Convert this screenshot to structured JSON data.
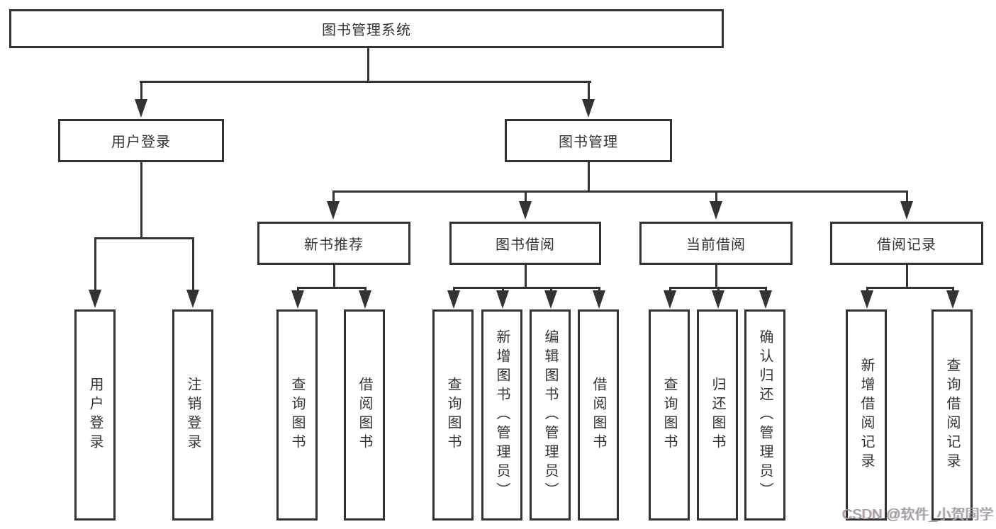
{
  "tree": {
    "root": {
      "label": "图书管理系统"
    },
    "branches": [
      {
        "label": "用户登录",
        "children": [
          {
            "label": "用户登录"
          },
          {
            "label": "注销登录"
          }
        ]
      },
      {
        "label": "图书管理",
        "children": [
          {
            "label": "新书推荐",
            "children": [
              {
                "label": "查询图书"
              },
              {
                "label": "借阅图书"
              }
            ]
          },
          {
            "label": "图书借阅",
            "children": [
              {
                "label": "查询图书"
              },
              {
                "label": "新增图书（管理员）"
              },
              {
                "label": "编辑图书（管理员）"
              },
              {
                "label": "借阅图书"
              }
            ]
          },
          {
            "label": "当前借阅",
            "children": [
              {
                "label": "查询图书"
              },
              {
                "label": "归还图书"
              },
              {
                "label": "确认归还（管理员）"
              }
            ]
          },
          {
            "label": "借阅记录",
            "children": [
              {
                "label": "新增借阅记录"
              },
              {
                "label": "查询借阅记录"
              }
            ]
          }
        ]
      }
    ]
  },
  "watermark": {
    "text": "CSDN @软件_小贺同学"
  },
  "colors": {
    "line": "#333333",
    "box_border": "#333333",
    "text": "#333333",
    "watermark": "#9e9ea4",
    "background": "#ffffff"
  }
}
